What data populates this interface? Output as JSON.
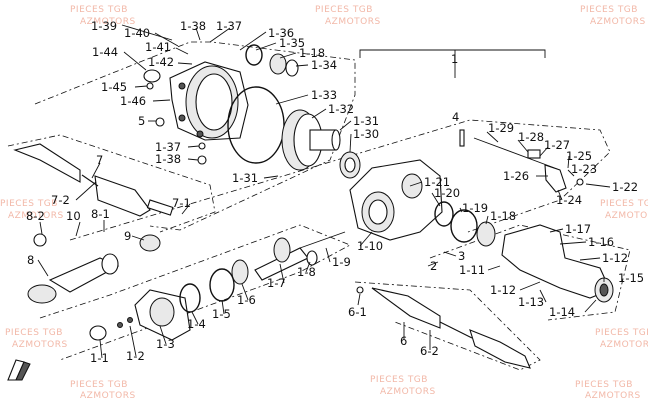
{
  "watermark": {
    "line1": "PIECES TGB",
    "line2": "AZMOTORS"
  },
  "callouts": [
    {
      "id": "c1-39",
      "text": "1-39"
    },
    {
      "id": "c1-40",
      "text": "1-40"
    },
    {
      "id": "c1-38",
      "text": "1-38"
    },
    {
      "id": "c1-37a",
      "text": "1-37"
    },
    {
      "id": "c1-36",
      "text": "1-36"
    },
    {
      "id": "c1-41",
      "text": "1-41"
    },
    {
      "id": "c1-35",
      "text": "1-35"
    },
    {
      "id": "c1-44",
      "text": "1-44"
    },
    {
      "id": "c1-42",
      "text": "1-42"
    },
    {
      "id": "c1-18a",
      "text": "1-18"
    },
    {
      "id": "c1-34",
      "text": "1-34"
    },
    {
      "id": "c1",
      "text": "1"
    },
    {
      "id": "c1-45",
      "text": "1-45"
    },
    {
      "id": "c1-46",
      "text": "1-46"
    },
    {
      "id": "c1-33",
      "text": "1-33"
    },
    {
      "id": "c1-32",
      "text": "1-32"
    },
    {
      "id": "c5",
      "text": "5"
    },
    {
      "id": "c4",
      "text": "4"
    },
    {
      "id": "c1-31a",
      "text": "1-31"
    },
    {
      "id": "c1-30",
      "text": "1-30"
    },
    {
      "id": "c1-29",
      "text": "1-29"
    },
    {
      "id": "c1-28",
      "text": "1-28"
    },
    {
      "id": "c1-27",
      "text": "1-27"
    },
    {
      "id": "c1-37b",
      "text": "1-37"
    },
    {
      "id": "c1-38b",
      "text": "1-38"
    },
    {
      "id": "c1-25",
      "text": "1-25"
    },
    {
      "id": "c7",
      "text": "7"
    },
    {
      "id": "c1-26",
      "text": "1-26"
    },
    {
      "id": "c1-23",
      "text": "1-23"
    },
    {
      "id": "c1-31b",
      "text": "1-31"
    },
    {
      "id": "c1-21",
      "text": "1-21"
    },
    {
      "id": "c1-22",
      "text": "1-22"
    },
    {
      "id": "c7-2",
      "text": "7-2"
    },
    {
      "id": "c1-20",
      "text": "1-20"
    },
    {
      "id": "c1-24",
      "text": "1-24"
    },
    {
      "id": "c7-1",
      "text": "7-1"
    },
    {
      "id": "c1-19",
      "text": "1-19"
    },
    {
      "id": "c8-2",
      "text": "8-2"
    },
    {
      "id": "c10",
      "text": "10"
    },
    {
      "id": "c8-1",
      "text": "8-1"
    },
    {
      "id": "c1-18b",
      "text": "1-18"
    },
    {
      "id": "c9",
      "text": "9"
    },
    {
      "id": "c1-17",
      "text": "1-17"
    },
    {
      "id": "c1-10",
      "text": "1-10"
    },
    {
      "id": "c1-16",
      "text": "1-16"
    },
    {
      "id": "c3",
      "text": "3"
    },
    {
      "id": "c8",
      "text": "8"
    },
    {
      "id": "c1-9",
      "text": "1-9"
    },
    {
      "id": "c2",
      "text": "2"
    },
    {
      "id": "c1-12",
      "text": "1-12"
    },
    {
      "id": "c1-11",
      "text": "1-11"
    },
    {
      "id": "c1-8",
      "text": "1-8"
    },
    {
      "id": "c1-15",
      "text": "1-15"
    },
    {
      "id": "c1-7",
      "text": "1-7"
    },
    {
      "id": "c1-12b",
      "text": "1-12"
    },
    {
      "id": "c6-1",
      "text": "6-1"
    },
    {
      "id": "c1-13",
      "text": "1-13"
    },
    {
      "id": "c1-6",
      "text": "1-6"
    },
    {
      "id": "c1-5",
      "text": "1-5"
    },
    {
      "id": "c1-14",
      "text": "1-14"
    },
    {
      "id": "c1-4",
      "text": "1-4"
    },
    {
      "id": "c1-3",
      "text": "1-3"
    },
    {
      "id": "c6",
      "text": "6"
    },
    {
      "id": "c6-2",
      "text": "6-2"
    },
    {
      "id": "c1-1",
      "text": "1-1"
    },
    {
      "id": "c1-2",
      "text": "1-2"
    }
  ]
}
